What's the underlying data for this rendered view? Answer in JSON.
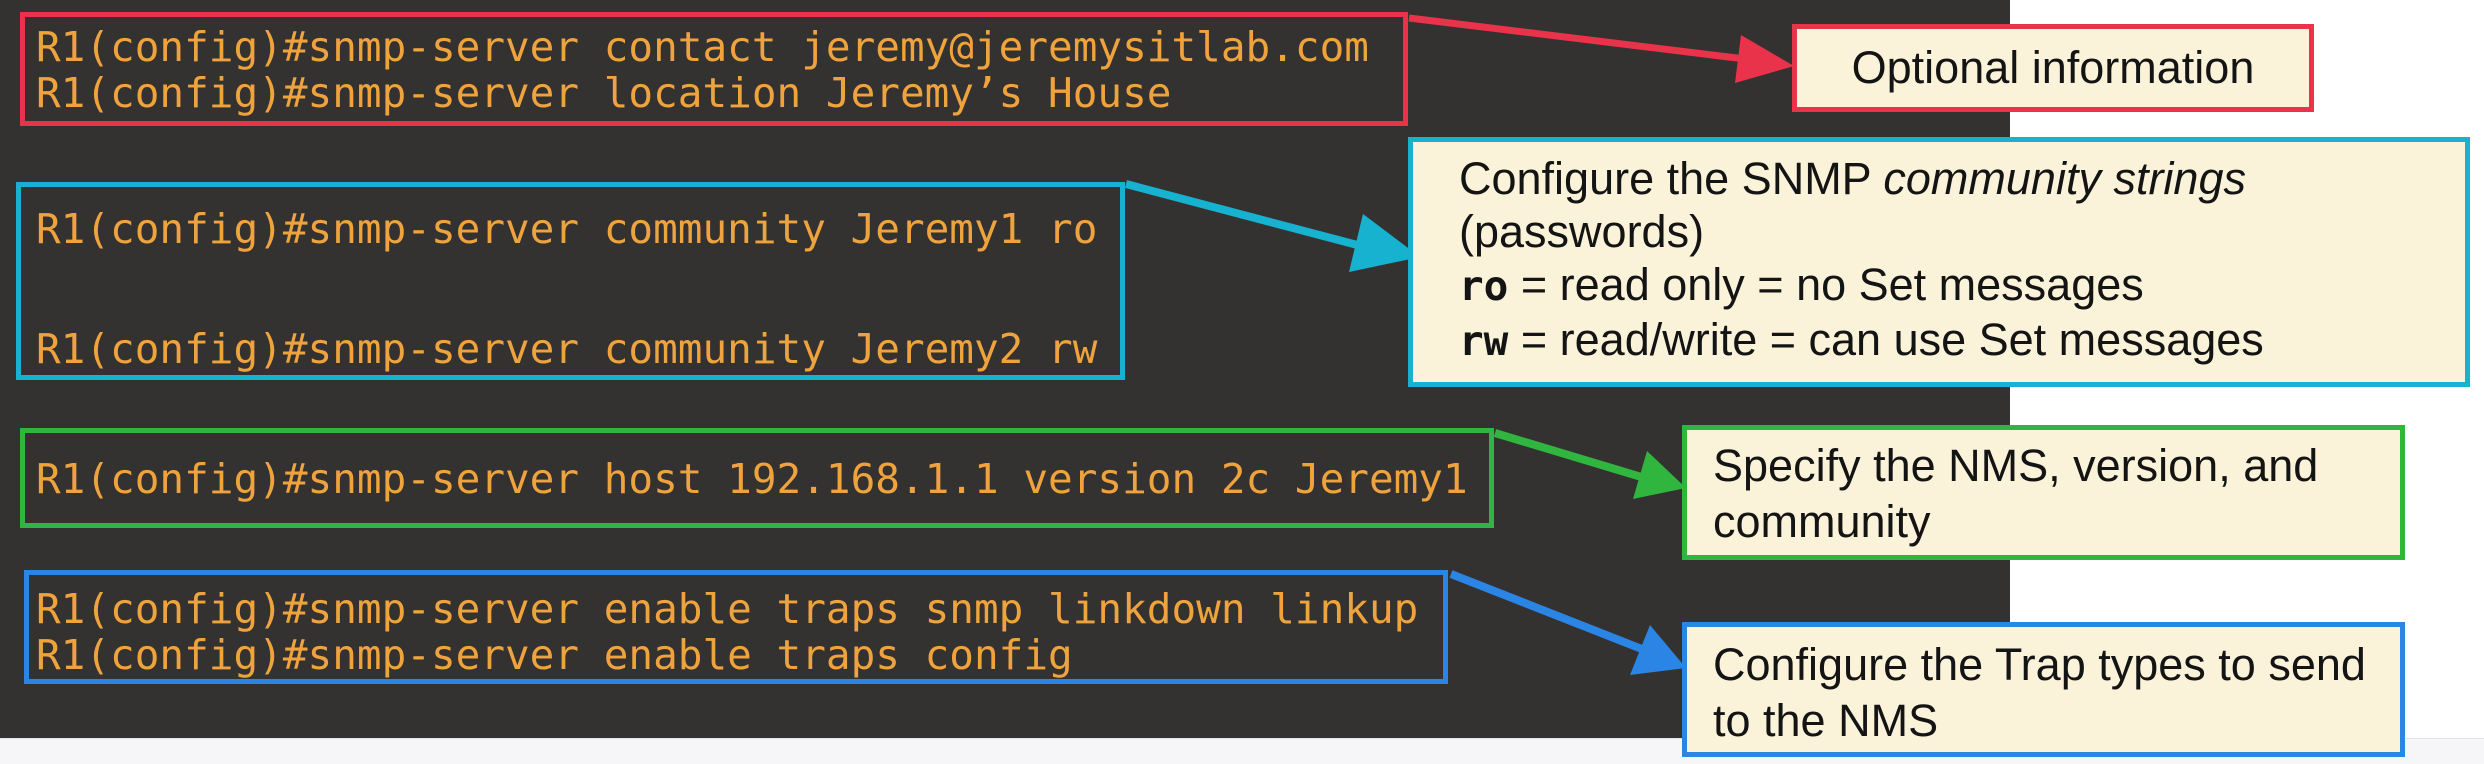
{
  "terminal": {
    "lines": [
      "R1(config)#snmp-server contact jeremy@jeremysitlab.com",
      "R1(config)#snmp-server location Jeremy’s House",
      "R1(config)#snmp-server community Jeremy1 ro",
      "R1(config)#snmp-server community Jeremy2 rw",
      "R1(config)#snmp-server host 192.168.1.1 version 2c Jeremy1",
      "R1(config)#snmp-server enable traps snmp linkdown linkup",
      "R1(config)#snmp-server enable traps config"
    ]
  },
  "callouts": {
    "optional": {
      "text": "Optional information"
    },
    "community": {
      "intro_prefix": "Configure the SNMP ",
      "intro_italic": "community strings",
      "line2": "(passwords)",
      "ro_term": "ro",
      "ro_def": " = read only = no Set messages",
      "rw_term": "rw",
      "rw_def": " = read/write = can use Set messages"
    },
    "nms": {
      "text": "Specify the NMS, version, and community"
    },
    "traps": {
      "text": "Configure the Trap types to send to the NMS"
    }
  },
  "colors": {
    "terminal_bg": "#343131",
    "command_text": "#efa33d",
    "callout_bg": "#faf3d9",
    "red": "#e8334b",
    "cyan": "#17b2d0",
    "green": "#30b53f",
    "blue": "#2b85e4"
  }
}
